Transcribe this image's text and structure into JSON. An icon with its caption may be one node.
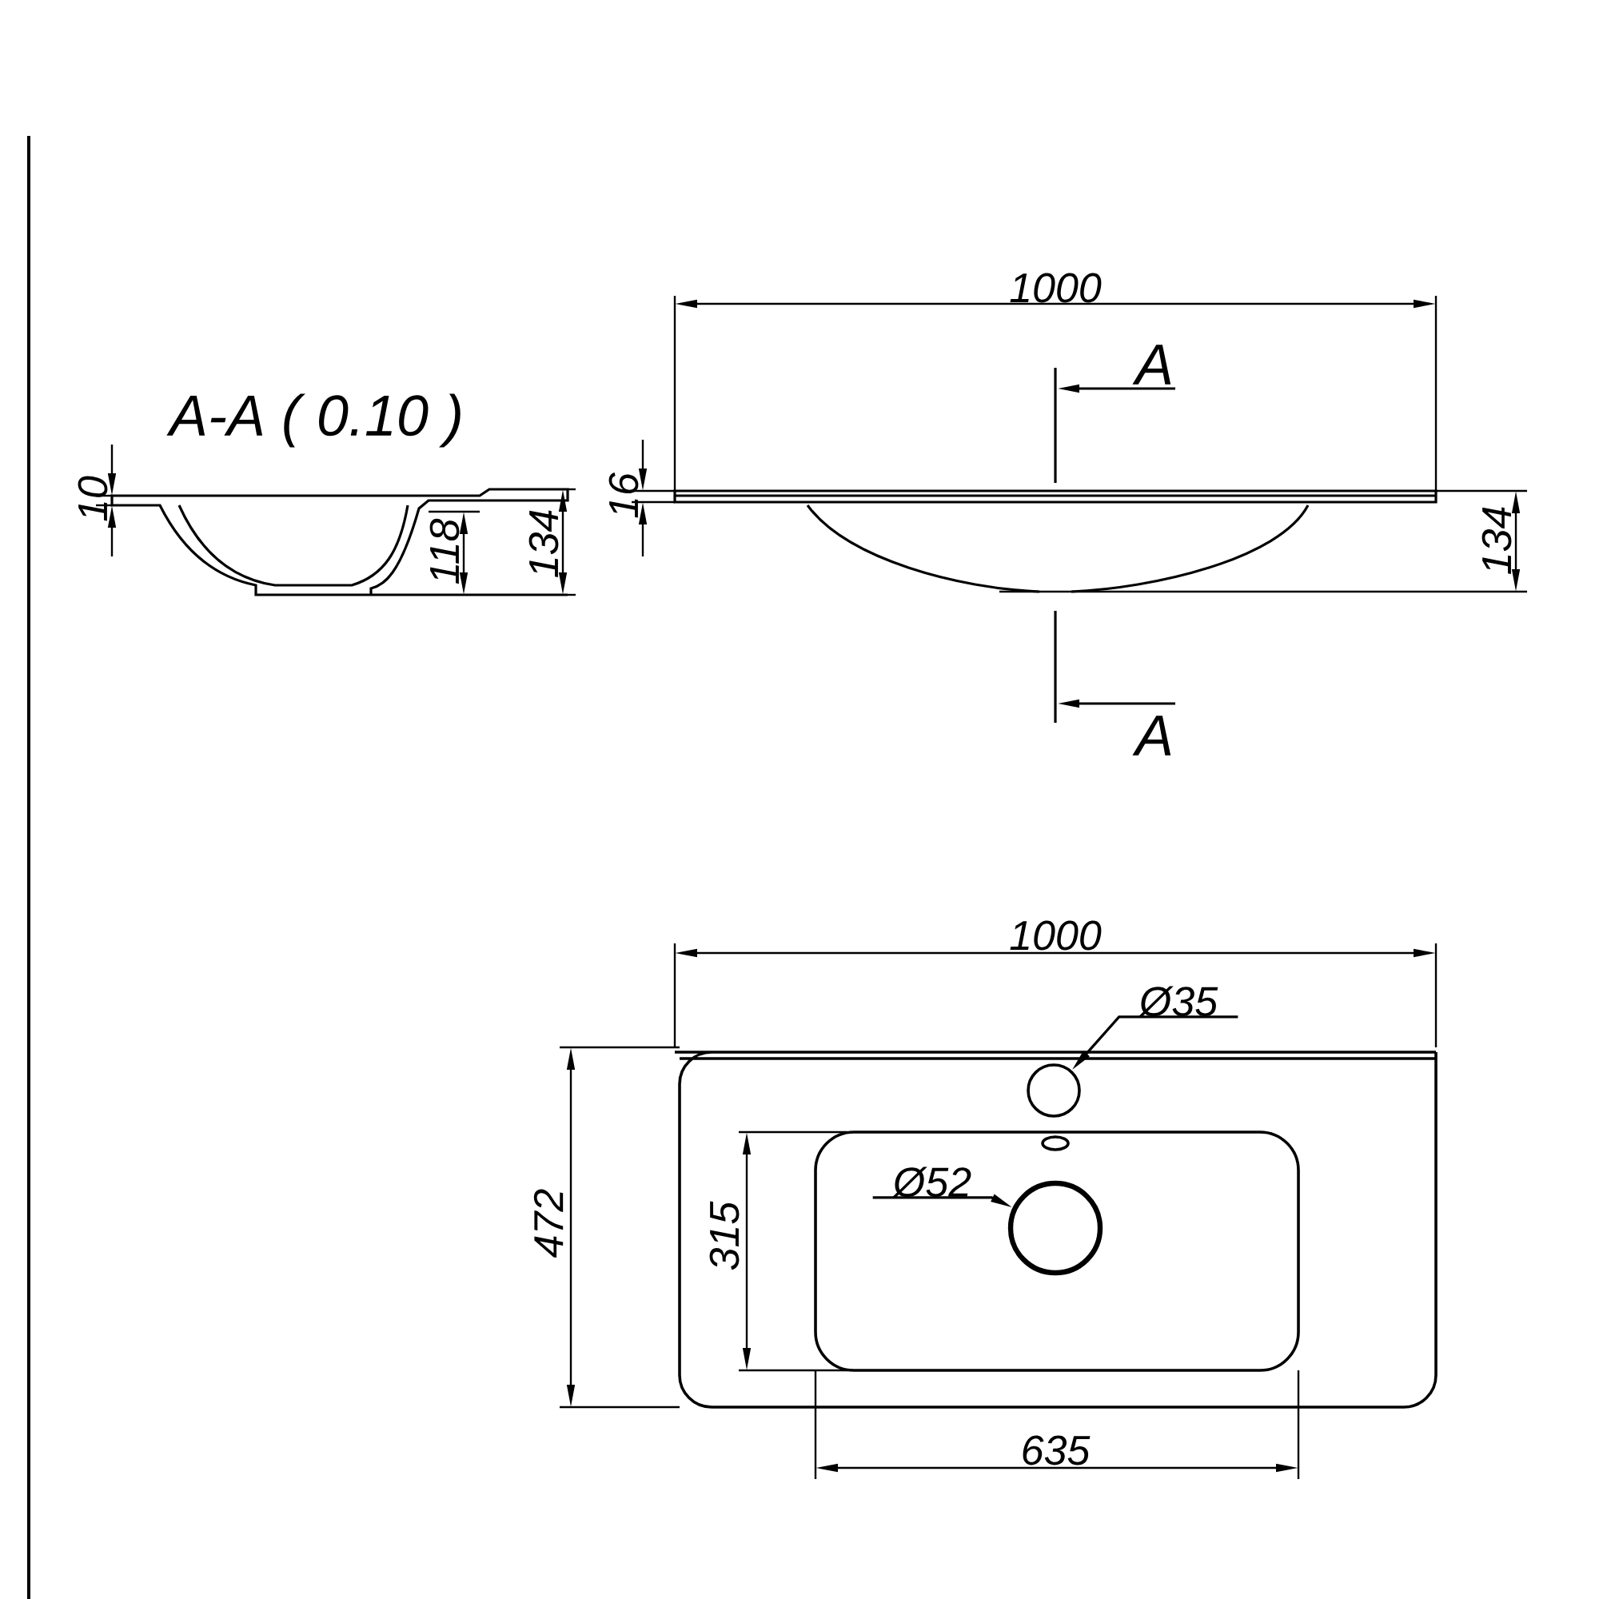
{
  "diagram": {
    "nodes": [
      {
        "text": [
          "Ø35"
        ]
      },
      {
        "text": [],
        "shape": "circle"
      },
      {
        "text": [
          "Ø52"
        ]
      },
      {
        "text": [],
        "shape": "circle"
      }
    ],
    "edges": [
      {
        "from": 0,
        "to": 1,
        "arrow": "to"
      },
      {
        "from": 2,
        "to": 3,
        "arrow": "to"
      }
    ],
    "labels": [
      "1000",
      "A",
      "A-A ( 0.10 )",
      "10",
      "118",
      "134",
      "16",
      "134",
      "A",
      "1000",
      "472",
      "315",
      "635"
    ]
  }
}
